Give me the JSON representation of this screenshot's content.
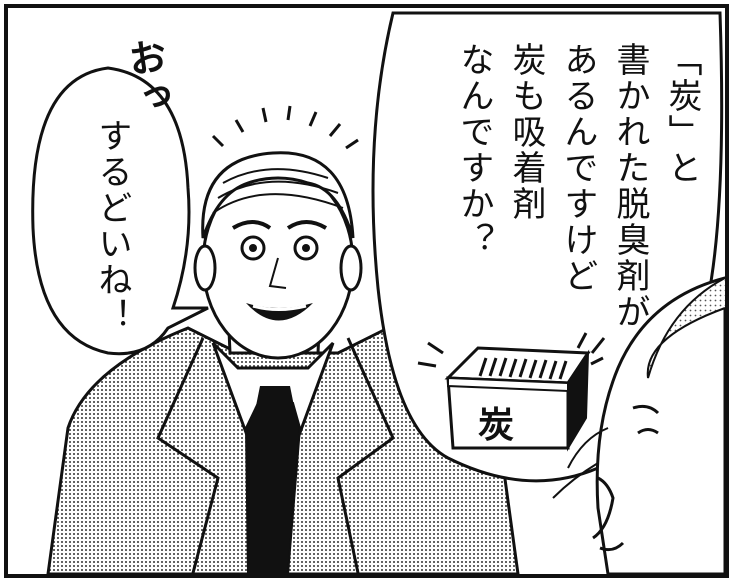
{
  "panel": {
    "exclaim": "おっ",
    "left_bubble": [
      "するどいね！"
    ],
    "right_bubble": [
      "「炭」と",
      "書かれた脱臭剤が",
      "あるんですけど",
      "炭も吸着剤",
      "なんですか？"
    ],
    "box_label": "炭"
  }
}
